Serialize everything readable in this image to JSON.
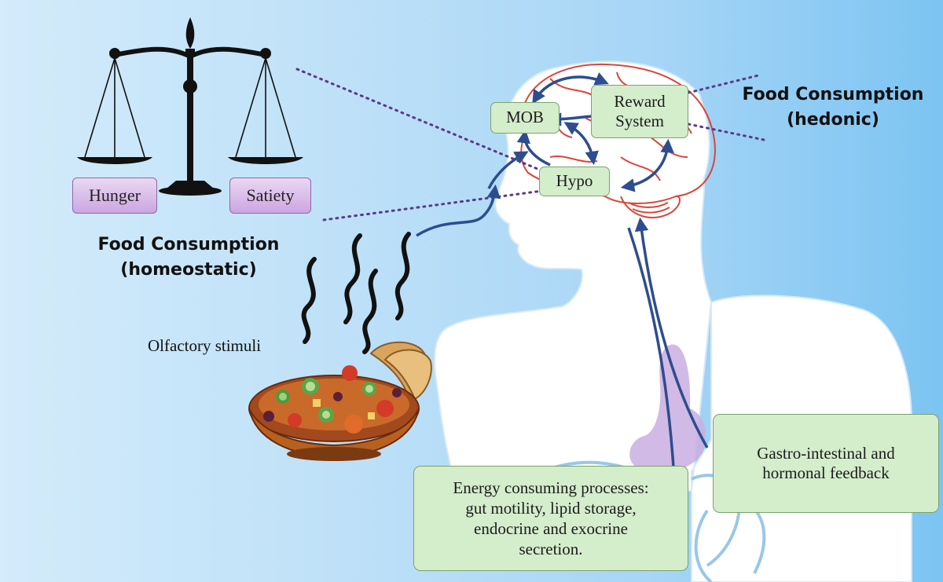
{
  "balance": {
    "left_pan_label": "Hunger",
    "right_pan_label": "Satiety",
    "title_line1": "Food Consumption",
    "title_line2": "(homeostatic)"
  },
  "hedonic": {
    "title_line1": "Food Consumption",
    "title_line2": "(hedonic)"
  },
  "brain_nodes": {
    "mob": "MOB",
    "reward_line1": "Reward",
    "reward_line2": "System",
    "hypo": "Hypo"
  },
  "stimuli_label": "Olfactory stimuli",
  "gi_feedback": {
    "line1": "Gastro-intestinal and",
    "line2": "hormonal feedback"
  },
  "energy_processes": {
    "line1": "Energy consuming processes:",
    "line2": "gut motility, lipid storage,",
    "line3": "endocrine and exocrine",
    "line4": "secretion."
  },
  "colors": {
    "arrow": "#2e4d8f",
    "dotted_line": "#5a3a86",
    "box_fill": "#d4edcb",
    "pan_label_fill": "#cba6e1",
    "stomach": "#c9aee0",
    "brain_outline": "#d9463a",
    "body_fill": "#ffffff"
  }
}
